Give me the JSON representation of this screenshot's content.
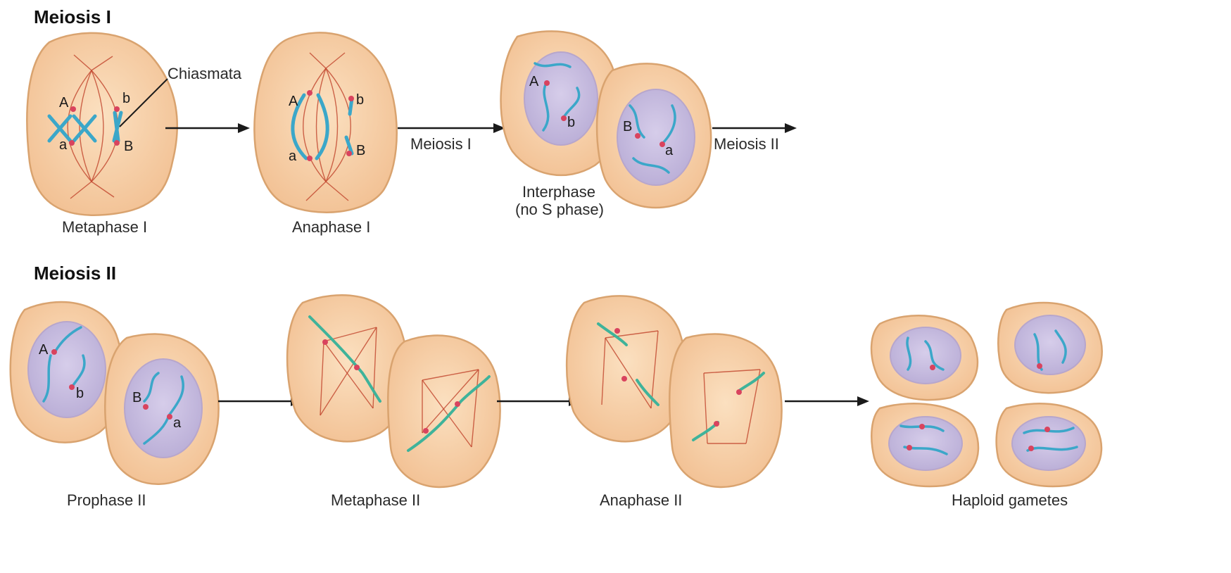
{
  "sections": {
    "meiosis1_title": "Meiosis I",
    "meiosis2_title": "Meiosis II"
  },
  "stages": {
    "metaphase1": "Metaphase I",
    "anaphase1": "Anaphase I",
    "interphase_line1": "Interphase",
    "interphase_line2": "(no S phase)",
    "prophase2": "Prophase II",
    "metaphase2": "Metaphase II",
    "anaphase2": "Anaphase II",
    "haploid": "Haploid gametes"
  },
  "annotations": {
    "chiasmata": "Chiasmata"
  },
  "transitions": {
    "meiosis1": "Meiosis I",
    "meiosis2": "Meiosis II"
  },
  "alleles": {
    "A": "A",
    "a": "a",
    "B": "B",
    "b": "b"
  },
  "colors": {
    "cytoplasm": "#f7cfa6",
    "nucleus": "#c9bfe0",
    "chromosome": "#3ba7c9",
    "centromere": "#d9435e",
    "spindle": "#c0442c"
  }
}
